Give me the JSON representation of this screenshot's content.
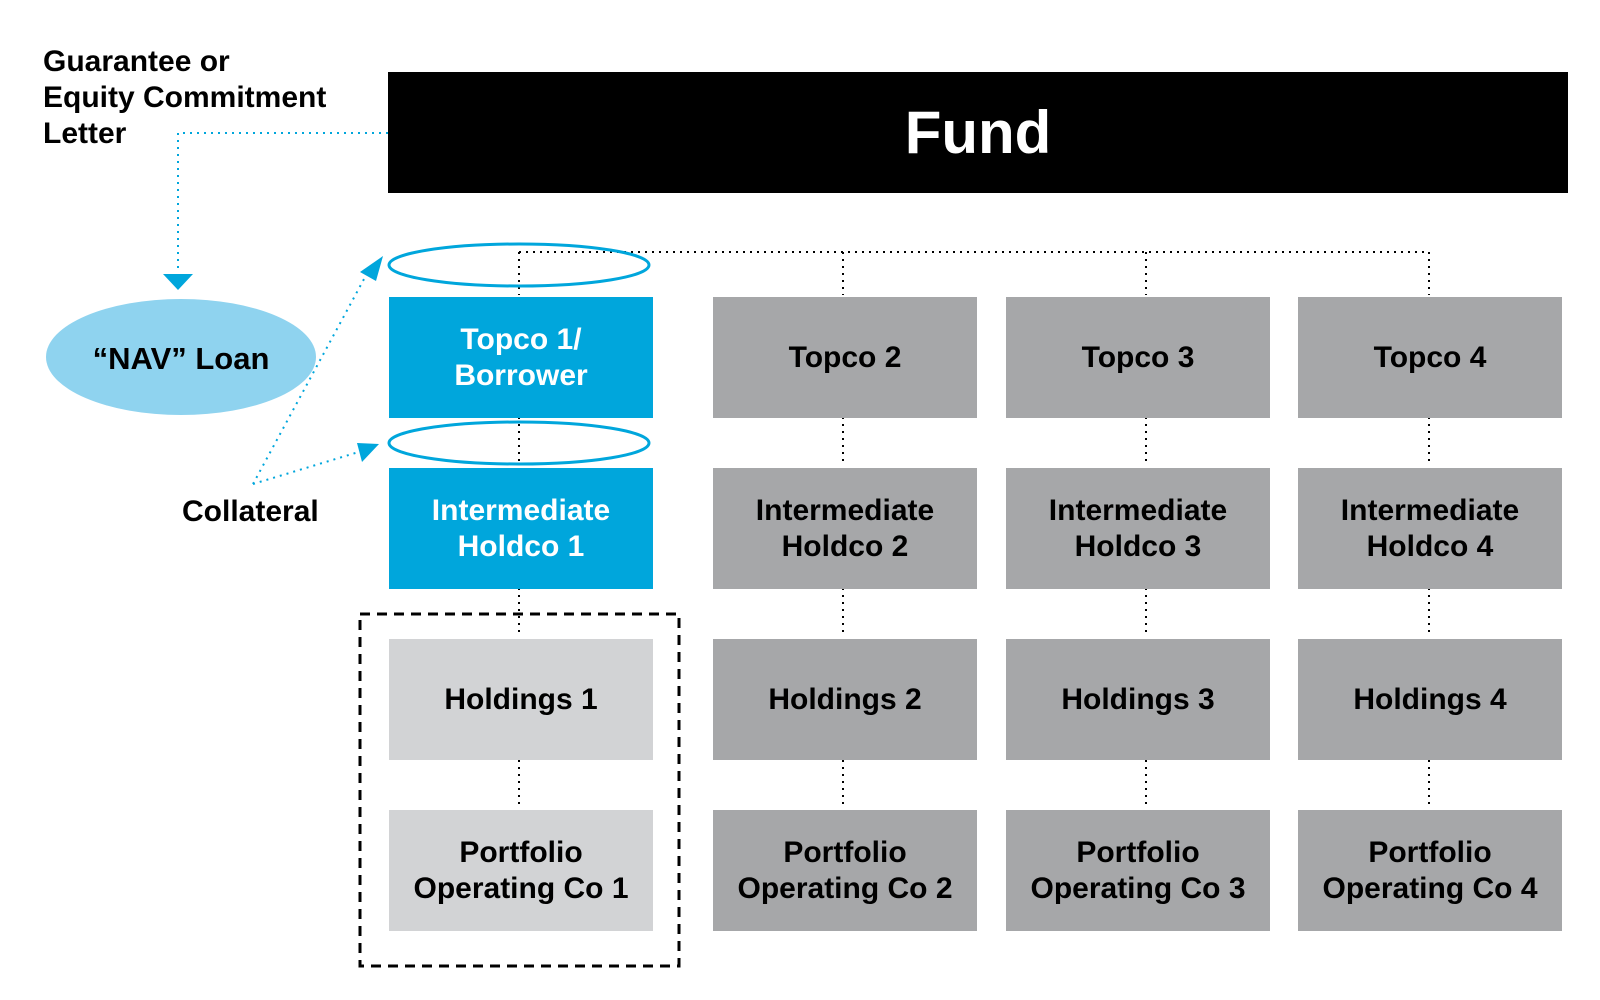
{
  "fund": {
    "label": "Fund"
  },
  "left_annotations": {
    "guarantee_letter": "Guarantee or\nEquity Commitment\nLetter",
    "nav_loan": "“NAV” Loan",
    "collateral": "Collateral"
  },
  "columns": [
    {
      "topco": "Topco 1/\nBorrower",
      "intermediate": "Intermediate\nHoldco 1",
      "holdings": "Holdings 1",
      "portfolio": "Portfolio\nOperating Co 1"
    },
    {
      "topco": "Topco 2",
      "intermediate": "Intermediate\nHoldco 2",
      "holdings": "Holdings 2",
      "portfolio": "Portfolio\nOperating Co 2"
    },
    {
      "topco": "Topco 3",
      "intermediate": "Intermediate\nHoldco 3",
      "holdings": "Holdings 3",
      "portfolio": "Portfolio\nOperating Co 3"
    },
    {
      "topco": "Topco 4",
      "intermediate": "Intermediate\nHoldco 4",
      "holdings": "Holdings 4",
      "portfolio": "Portfolio\nOperating Co 4"
    }
  ],
  "colors": {
    "borrower_blue": "#00a6dc",
    "nav_loan_blue": "#8fd3ef",
    "entity_gray": "#a6a7a9",
    "collateral_light_gray": "#d2d3d5",
    "fund_black": "#000000"
  }
}
